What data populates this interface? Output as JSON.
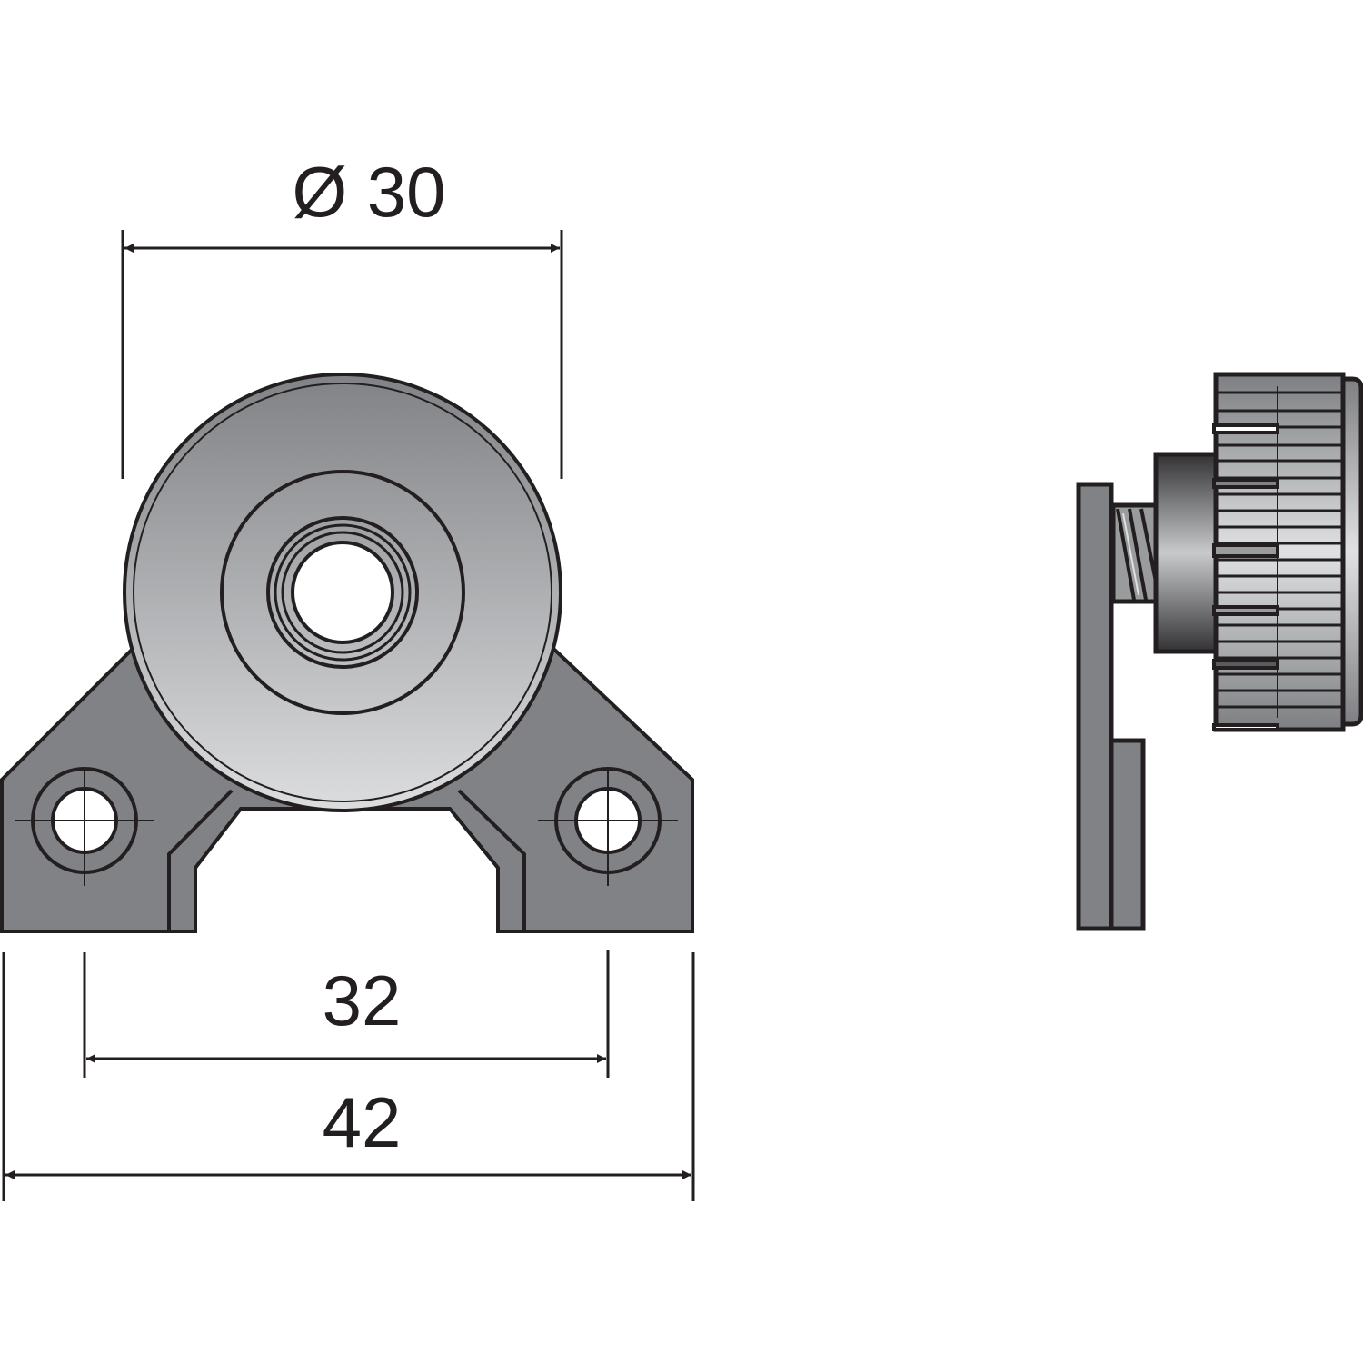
{
  "dimensions": {
    "diameter": "Ø 30",
    "hole_spacing": "32",
    "overall_width": "42"
  },
  "colors": {
    "outline": "#231f20",
    "body_dark": "#808285",
    "body_light": "#d9dadb",
    "hub_dark": "#3a3a3c"
  }
}
